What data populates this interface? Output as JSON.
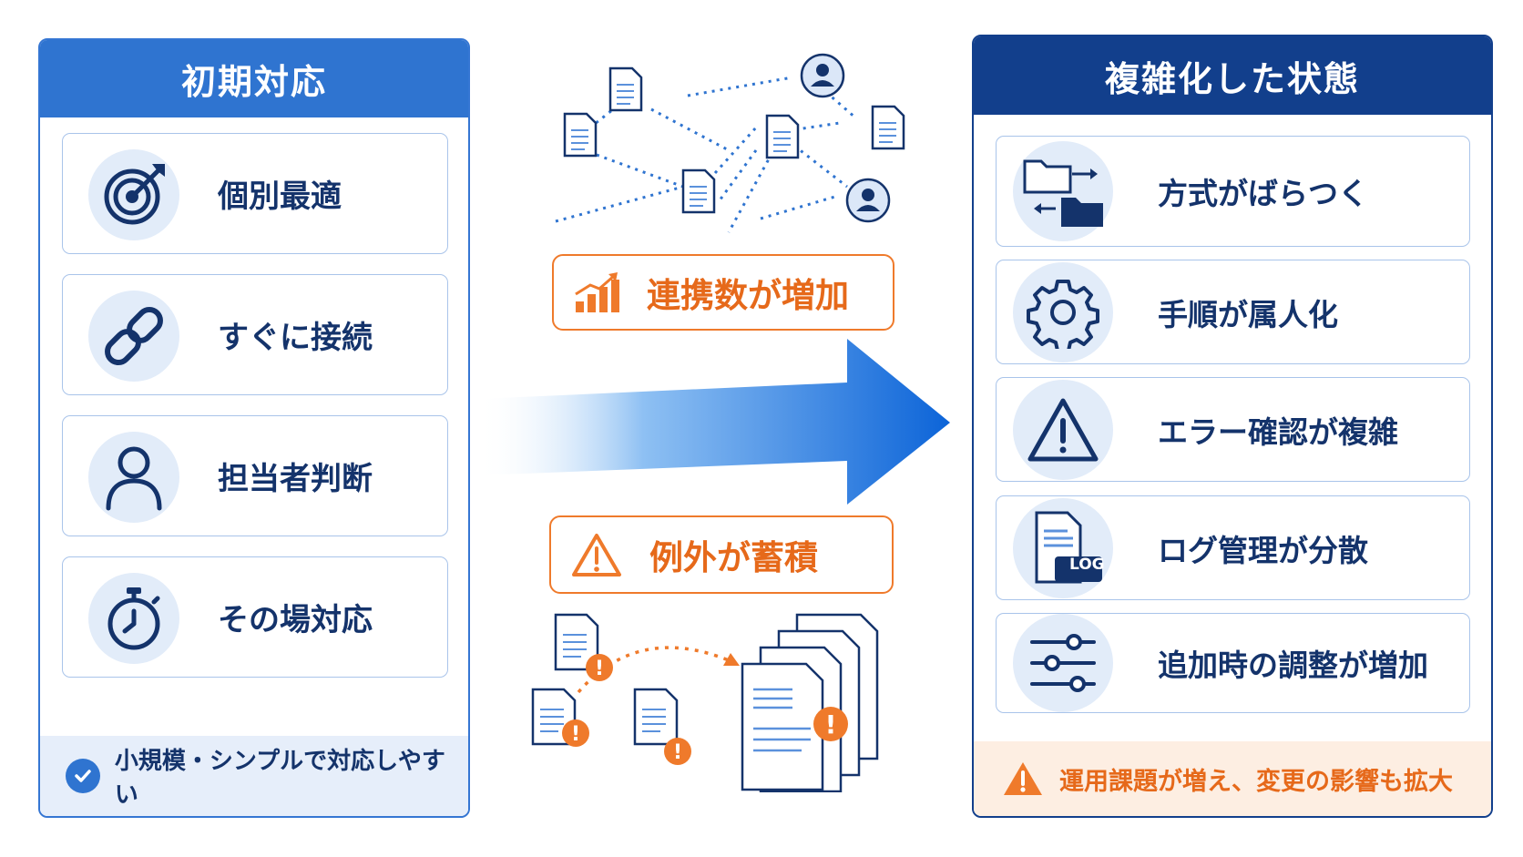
{
  "left_panel": {
    "title": "初期対応",
    "items": [
      {
        "label": "個別最適",
        "icon": "target-icon"
      },
      {
        "label": "すぐに接続",
        "icon": "link-icon"
      },
      {
        "label": "担当者判断",
        "icon": "user-icon"
      },
      {
        "label": "その場対応",
        "icon": "stopwatch-icon"
      }
    ],
    "footer": "小規模・シンプルで対応しやすい"
  },
  "middle": {
    "badge_top": "連携数が増加",
    "badge_bottom": "例外が蓄積"
  },
  "right_panel": {
    "title": "複雑化した状態",
    "items": [
      {
        "label": "方式がばらつく",
        "icon": "folder-transfer-icon"
      },
      {
        "label": "手順が属人化",
        "icon": "gear-icon"
      },
      {
        "label": "エラー確認が複雑",
        "icon": "warning-icon"
      },
      {
        "label": "ログ管理が分散",
        "icon": "log-file-icon"
      },
      {
        "label": "追加時の調整が増加",
        "icon": "sliders-icon"
      }
    ],
    "log_tag": "LOG",
    "footer": "運用課題が増え、変更の影響も拡大"
  },
  "colors": {
    "left_header": "#2f74d0",
    "right_header": "#123f8c",
    "accent_orange": "#ef7a2b",
    "text_navy": "#14336b"
  }
}
